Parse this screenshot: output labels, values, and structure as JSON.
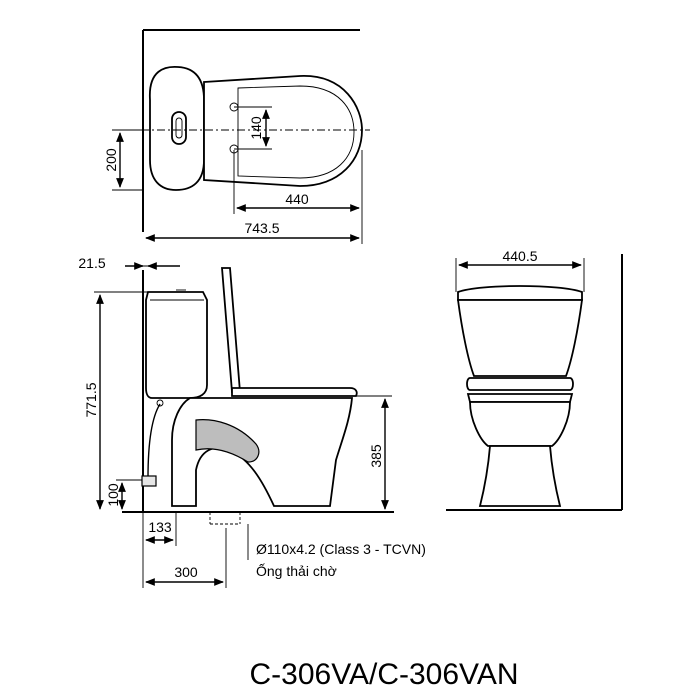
{
  "top_view": {
    "dim_tank_depth": "200",
    "dim_seat_hole": "140",
    "dim_seat_length": "440",
    "dim_total_length": "743.5"
  },
  "side_view": {
    "dim_wall_gap": "21.5",
    "dim_total_height": "771.5",
    "dim_supply_height": "100",
    "dim_supply_offset": "133",
    "dim_outlet_offset": "300",
    "dim_seat_height": "385"
  },
  "front_view": {
    "dim_width": "440.5"
  },
  "outlet_note": {
    "pipe_spec": "Ø110x4.2 (Class 3 - TCVN)",
    "pipe_label": "Ống thải chờ"
  },
  "model_name": "C-306VA/C-306VAN"
}
